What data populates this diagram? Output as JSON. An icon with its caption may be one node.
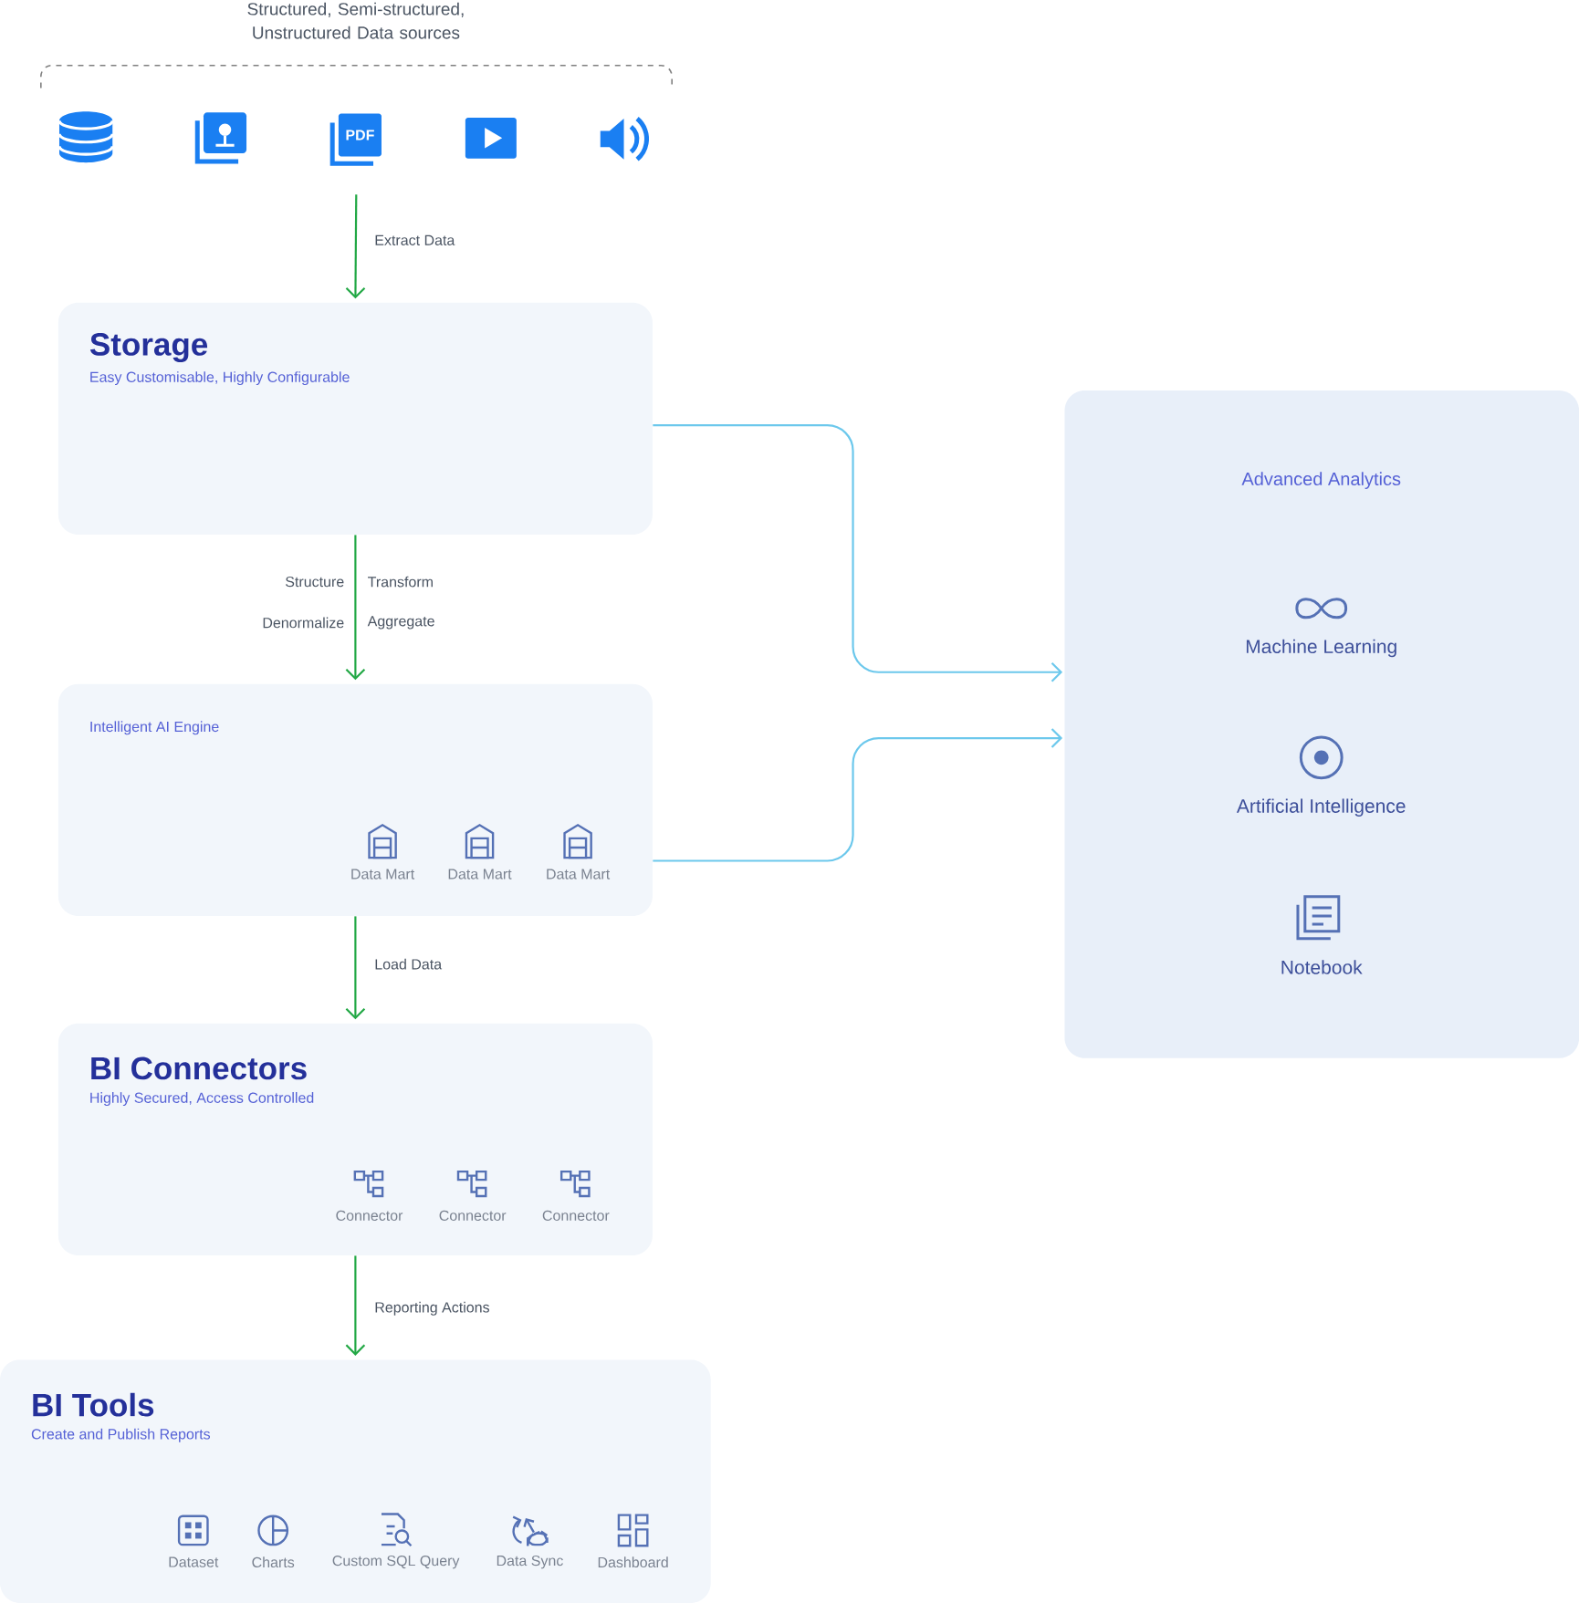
{
  "diagram": {
    "nodes": [
      {
        "text": [
          "Structured, Semi-structured, Unstructured Data sources"
        ]
      },
      {
        "text": [
          "Storage",
          "Easy Customisable, Highly Configurable"
        ]
      },
      {
        "text": [
          "Intelligent AI Engine"
        ]
      },
      {
        "text": [
          "BI Connectors",
          "Highly Secured, Access Controlled"
        ]
      },
      {
        "text": [
          "BI Tools",
          "Create and Publish Reports"
        ]
      },
      {
        "text": [
          "Advanced Analytics"
        ]
      }
    ],
    "edges": [
      {
        "from": 0,
        "to": 1,
        "arrow": "to",
        "label": "Extract Data"
      },
      {
        "from": 1,
        "to": 2,
        "arrow": "to"
      },
      {
        "from": 2,
        "to": 3,
        "arrow": "to",
        "label": "Load Data"
      },
      {
        "from": 3,
        "to": 4,
        "arrow": "to",
        "label": "Reporting Actions"
      },
      {
        "from": 1,
        "to": 5,
        "arrow": "to",
        "color": "#6cc8ec"
      },
      {
        "from": 2,
        "to": 5,
        "arrow": "to",
        "color": "#6cc8ec"
      }
    ],
    "labels": [
      "PDF",
      "Structure",
      "Transform",
      "Denormalize",
      "Aggregate",
      "Data Mart",
      "Data Mart",
      "Data Mart",
      "Connector",
      "Connector",
      "Connector",
      "Dataset",
      "Charts",
      "Custom SQL Query",
      "Data Sync",
      "Dashboard",
      "Machine Learning",
      "Artificial Intelligence",
      "Notebook"
    ]
  }
}
